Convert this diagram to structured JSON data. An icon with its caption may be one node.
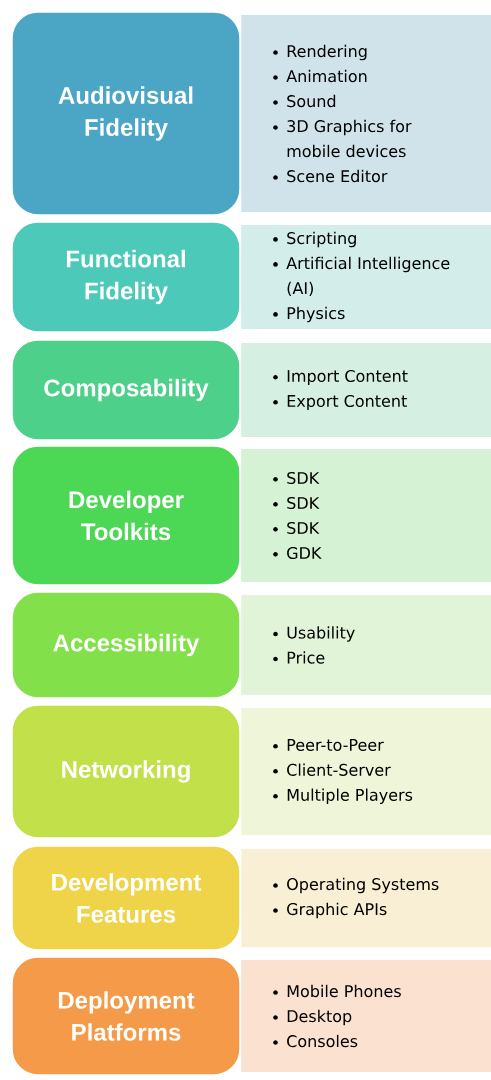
{
  "diagram": {
    "nodes": [
      {
        "text": [
          "Audiovisual Fidelity"
        ]
      },
      {
        "text": [
          "Rendering",
          "Animation",
          "Sound",
          "3D Graphics for mobile devices",
          "Scene Editor"
        ]
      },
      {
        "text": [
          "Functional Fidelity"
        ]
      },
      {
        "text": [
          "Scripting",
          "Artificial Intelligence (AI)",
          "Physics"
        ]
      },
      {
        "text": [
          "Composability"
        ]
      },
      {
        "text": [
          "Import Content",
          "Export Content"
        ]
      },
      {
        "text": [
          "Developer Toolkits"
        ]
      },
      {
        "text": [
          "SDK",
          "SDK",
          "SDK",
          "GDK"
        ]
      },
      {
        "text": [
          "Accessibility"
        ]
      },
      {
        "text": [
          "Usability",
          "Price"
        ]
      },
      {
        "text": [
          "Networking"
        ]
      },
      {
        "text": [
          "Peer-to-Peer",
          "Client-Server",
          "Multiple Players"
        ]
      },
      {
        "text": [
          "Development Features"
        ]
      },
      {
        "text": [
          "Operating Systems",
          "Graphic APIs"
        ]
      },
      {
        "text": [
          "Deployment Platforms"
        ]
      },
      {
        "text": [
          "Mobile Phones",
          "Desktop",
          "Consoles"
        ]
      }
    ]
  }
}
